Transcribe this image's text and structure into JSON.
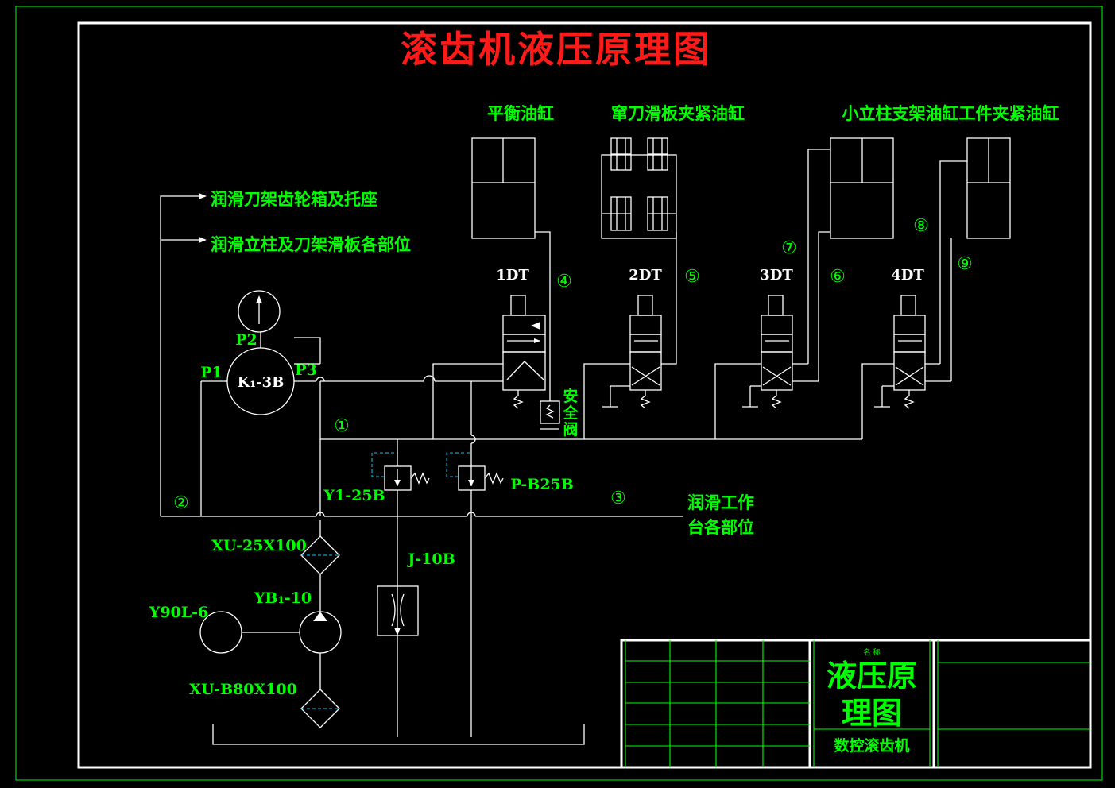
{
  "title": "滚齿机液压原理图",
  "cylinders": {
    "balance": "平衡油缸",
    "tool_slide_clamp": "窜刀滑板夹紧油缸",
    "small_column_and_workpiece": "小立柱支架油缸工件夹紧油缸"
  },
  "lubrication": {
    "tool_rest_gearbox": "润滑刀架齿轮箱及托座",
    "column_slide": "润滑立柱及刀架滑板各部位",
    "worktable_line1": "润滑工作",
    "worktable_line2": "台各部位"
  },
  "valves": {
    "v1": "1DT",
    "v2": "2DT",
    "v3": "3DT",
    "v4": "4DT",
    "safety_valve_chars": [
      "安",
      "全",
      "阀"
    ]
  },
  "components": {
    "port_p1": "P1",
    "port_p2": "P2",
    "port_p3": "P3",
    "pilot_valve": "K₁-3B",
    "relief_valve_1": "Y1-25B",
    "relief_valve_2": "P-B25B",
    "throttle": "J-10B",
    "filter_1": "XU-25X100",
    "pump": "YB₁-10",
    "motor": "Y90L-6",
    "filter_2": "XU-B80X100"
  },
  "circuit_numbers": [
    "①",
    "②",
    "③",
    "④",
    "⑤",
    "⑥",
    "⑦",
    "⑧",
    "⑨"
  ],
  "title_block": {
    "name_label": "名 称",
    "name_line1": "液压原",
    "name_line2": "理图",
    "project": "数控滚齿机"
  },
  "colors": {
    "background": "#000000",
    "lines": "#ffffff",
    "labels": "#00ff00",
    "title": "#ff1a1a",
    "pilot_dashes": "#00ccff"
  }
}
